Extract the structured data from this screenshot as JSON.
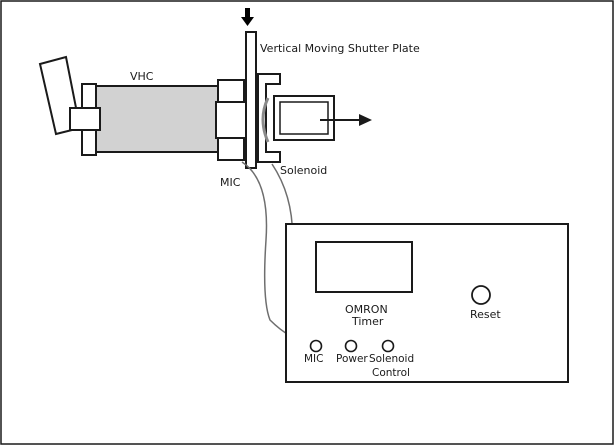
{
  "labels": {
    "shutter": "Vertical Moving Shutter Plate",
    "vhc": "VHC",
    "mic": "MIC",
    "solenoid": "Solenoid",
    "timer_line1": "OMRON",
    "timer_line2": "Timer",
    "reset": "Reset",
    "port_mic": "MIC",
    "port_power": "Power",
    "port_solenoid_line1": "Solenoid",
    "port_solenoid_line2": "Control"
  },
  "colors": {
    "stroke": "#1a1a1a",
    "vhc_fill": "#d2d2d2",
    "part_fill": "#ffffff",
    "wire": "#6e6e6e"
  }
}
